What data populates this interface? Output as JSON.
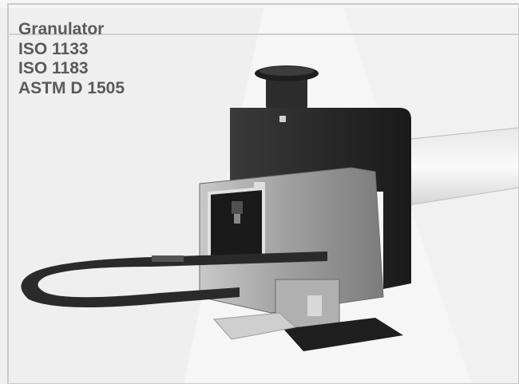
{
  "product_labels": [
    "Granulator",
    "ISO 1133",
    "ISO 1183",
    "ASTM D 1505"
  ],
  "colors": {
    "text": "#5a5a5a",
    "background": "#f6f6f6",
    "device_body": "#2b2b2b",
    "device_housing": "#9a9a9a"
  }
}
